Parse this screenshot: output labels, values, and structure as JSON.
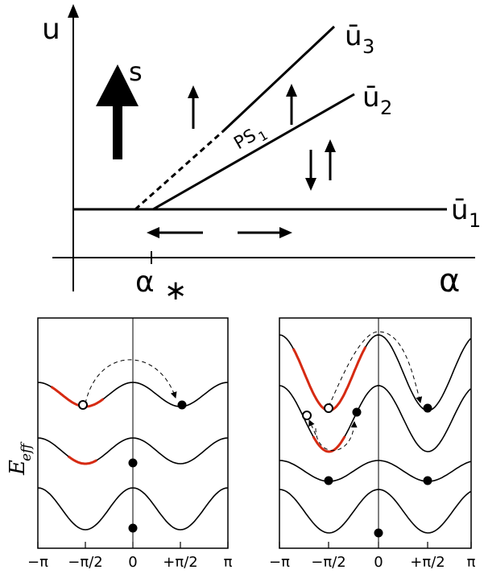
{
  "top_panel": {
    "y_axis_label": "u",
    "x_axis_label": "α",
    "alpha_star_label": "α",
    "alpha_star_subscript": "∗",
    "spin_label": "s",
    "ps_label": "PS",
    "ps_subscript": "1",
    "curves": [
      {
        "name": "ū",
        "subscript": "1"
      },
      {
        "name": "ū",
        "subscript": "2"
      },
      {
        "name": "ū",
        "subscript": "3"
      }
    ]
  },
  "bottom_panels": {
    "y_axis_label": "E",
    "y_axis_subscript": "eff",
    "x_ticks": [
      "−π",
      "−π/2",
      "0",
      "+π/2",
      "π"
    ]
  },
  "colors": {
    "line": "#000000",
    "highlight": "#d62a12",
    "background": "#ffffff"
  }
}
